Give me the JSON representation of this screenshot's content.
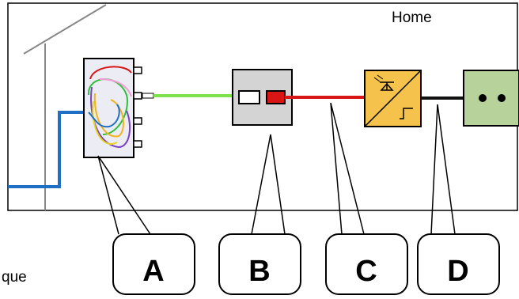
{
  "home_label": "Home",
  "cut_text": "que",
  "callouts": [
    {
      "id": "A",
      "label": "A"
    },
    {
      "id": "B",
      "label": "B"
    },
    {
      "id": "C",
      "label": "C"
    },
    {
      "id": "D",
      "label": "D"
    }
  ],
  "colors": {
    "blue_cable": "#1f6fc4",
    "green_fiber": "#7ee04a",
    "red_fiber": "#d91616",
    "black_cable": "#111111",
    "ont_fill": "#f5c24c",
    "socket_fill": "#b7d29b",
    "outlet_fill": "#d4d4d4"
  }
}
